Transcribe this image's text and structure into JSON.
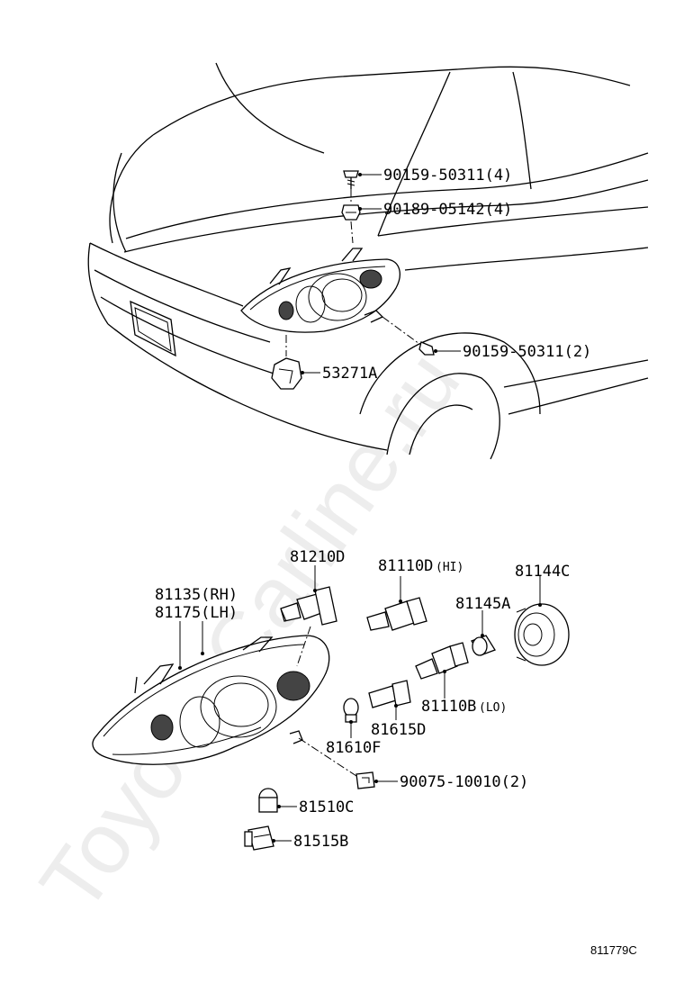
{
  "watermark": "Toyota-Carline.ru",
  "figure_ref": "811779C",
  "labels": {
    "bolt_upper": "90159-50311(4)",
    "clip_upper": "90189-05142(4)",
    "bolt_lower": "90159-50311(2)",
    "bracket": "53271A",
    "bulb_81210d": "81210D",
    "bulb_hi": "81110D",
    "bulb_hi_suffix": "(HI)",
    "cap_81144c": "81144C",
    "socket_81145a": "81145A",
    "headlamp_rh": "81135(RH)",
    "headlamp_lh": "81175(LH)",
    "bulb_lo": "81110B",
    "bulb_lo_suffix": "(LO)",
    "socket_81615d": "81615D",
    "bulb_81610f": "81610F",
    "nut": "90075-10010(2)",
    "bulb_81510c": "81510C",
    "socket_81515b": "81515B"
  }
}
